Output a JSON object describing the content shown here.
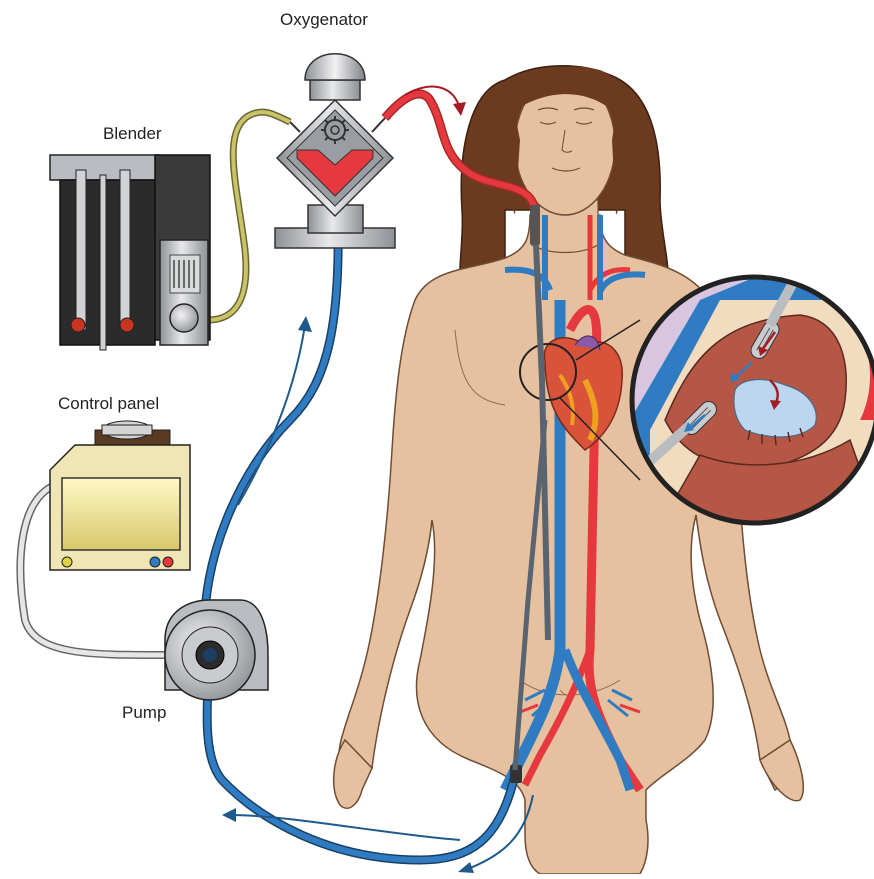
{
  "labels": {
    "oxygenator": "Oxygenator",
    "blender": "Blender",
    "control_panel": "Control panel",
    "pump": "Pump"
  },
  "colors": {
    "arterial_red": "#e5393f",
    "venous_blue": "#2f7cc2",
    "skin": "#e6c19f",
    "hair": "#6b3a1f",
    "heart": "#d9533a",
    "gas_line": "#c9c46a",
    "device_gray": "#b9bcc1",
    "monitor_frame": "#efe6b4"
  },
  "icons": [
    "gear-icon"
  ]
}
